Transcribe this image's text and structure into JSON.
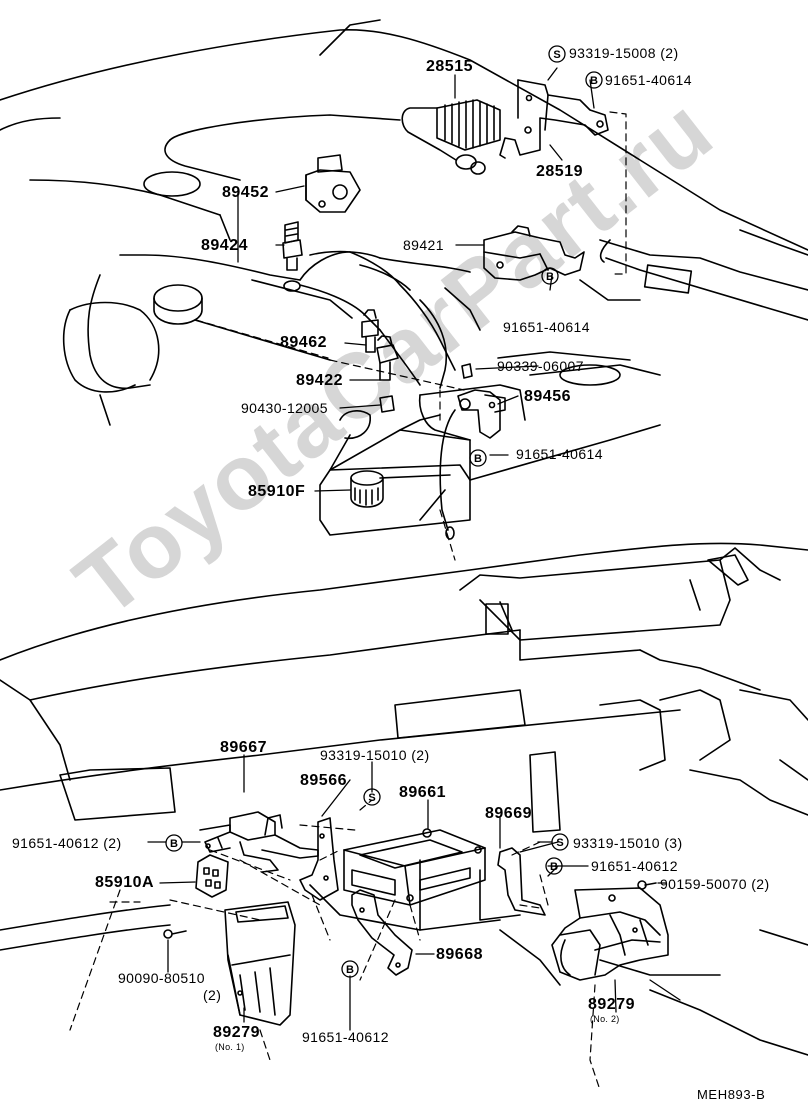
{
  "watermark": "ToyotaCarPart.ru",
  "diagram_code": "MEH893-B",
  "badges": {
    "s": "S",
    "b": "B"
  },
  "labels": {
    "p28515": "28515",
    "p93319_15008": "93319-15008 (2)",
    "p91651_40614_top": "91651-40614",
    "p28519": "28519",
    "p89452": "89452",
    "p89424": "89424",
    "p89421": "89421",
    "p91651_40614_mid": "91651-40614",
    "p89462": "89462",
    "p89422": "89422",
    "p90339_06007": "90339-06007",
    "p90430_12005": "90430-12005",
    "p89456": "89456",
    "p91651_40614_low": "91651-40614",
    "p85910F": "85910F",
    "p89667": "89667",
    "p93319_15010_2": "93319-15010 (2)",
    "p89566": "89566",
    "p89661": "89661",
    "p89669": "89669",
    "p91651_40612_2": "91651-40612 (2)",
    "p93319_15010_3": "93319-15010 (3)",
    "p91651_40612_r": "91651-40612",
    "p90159_50070": "90159-50070 (2)",
    "p85910A": "85910A",
    "p90090_80510": "90090-80510",
    "p90090_qty": "(2)",
    "p89668": "89668",
    "p91651_40612_b": "91651-40612",
    "p89279_1": "89279",
    "p89279_1_note": "(No. 1)",
    "p89279_2": "89279",
    "p89279_2_note": "(No. 2)"
  }
}
